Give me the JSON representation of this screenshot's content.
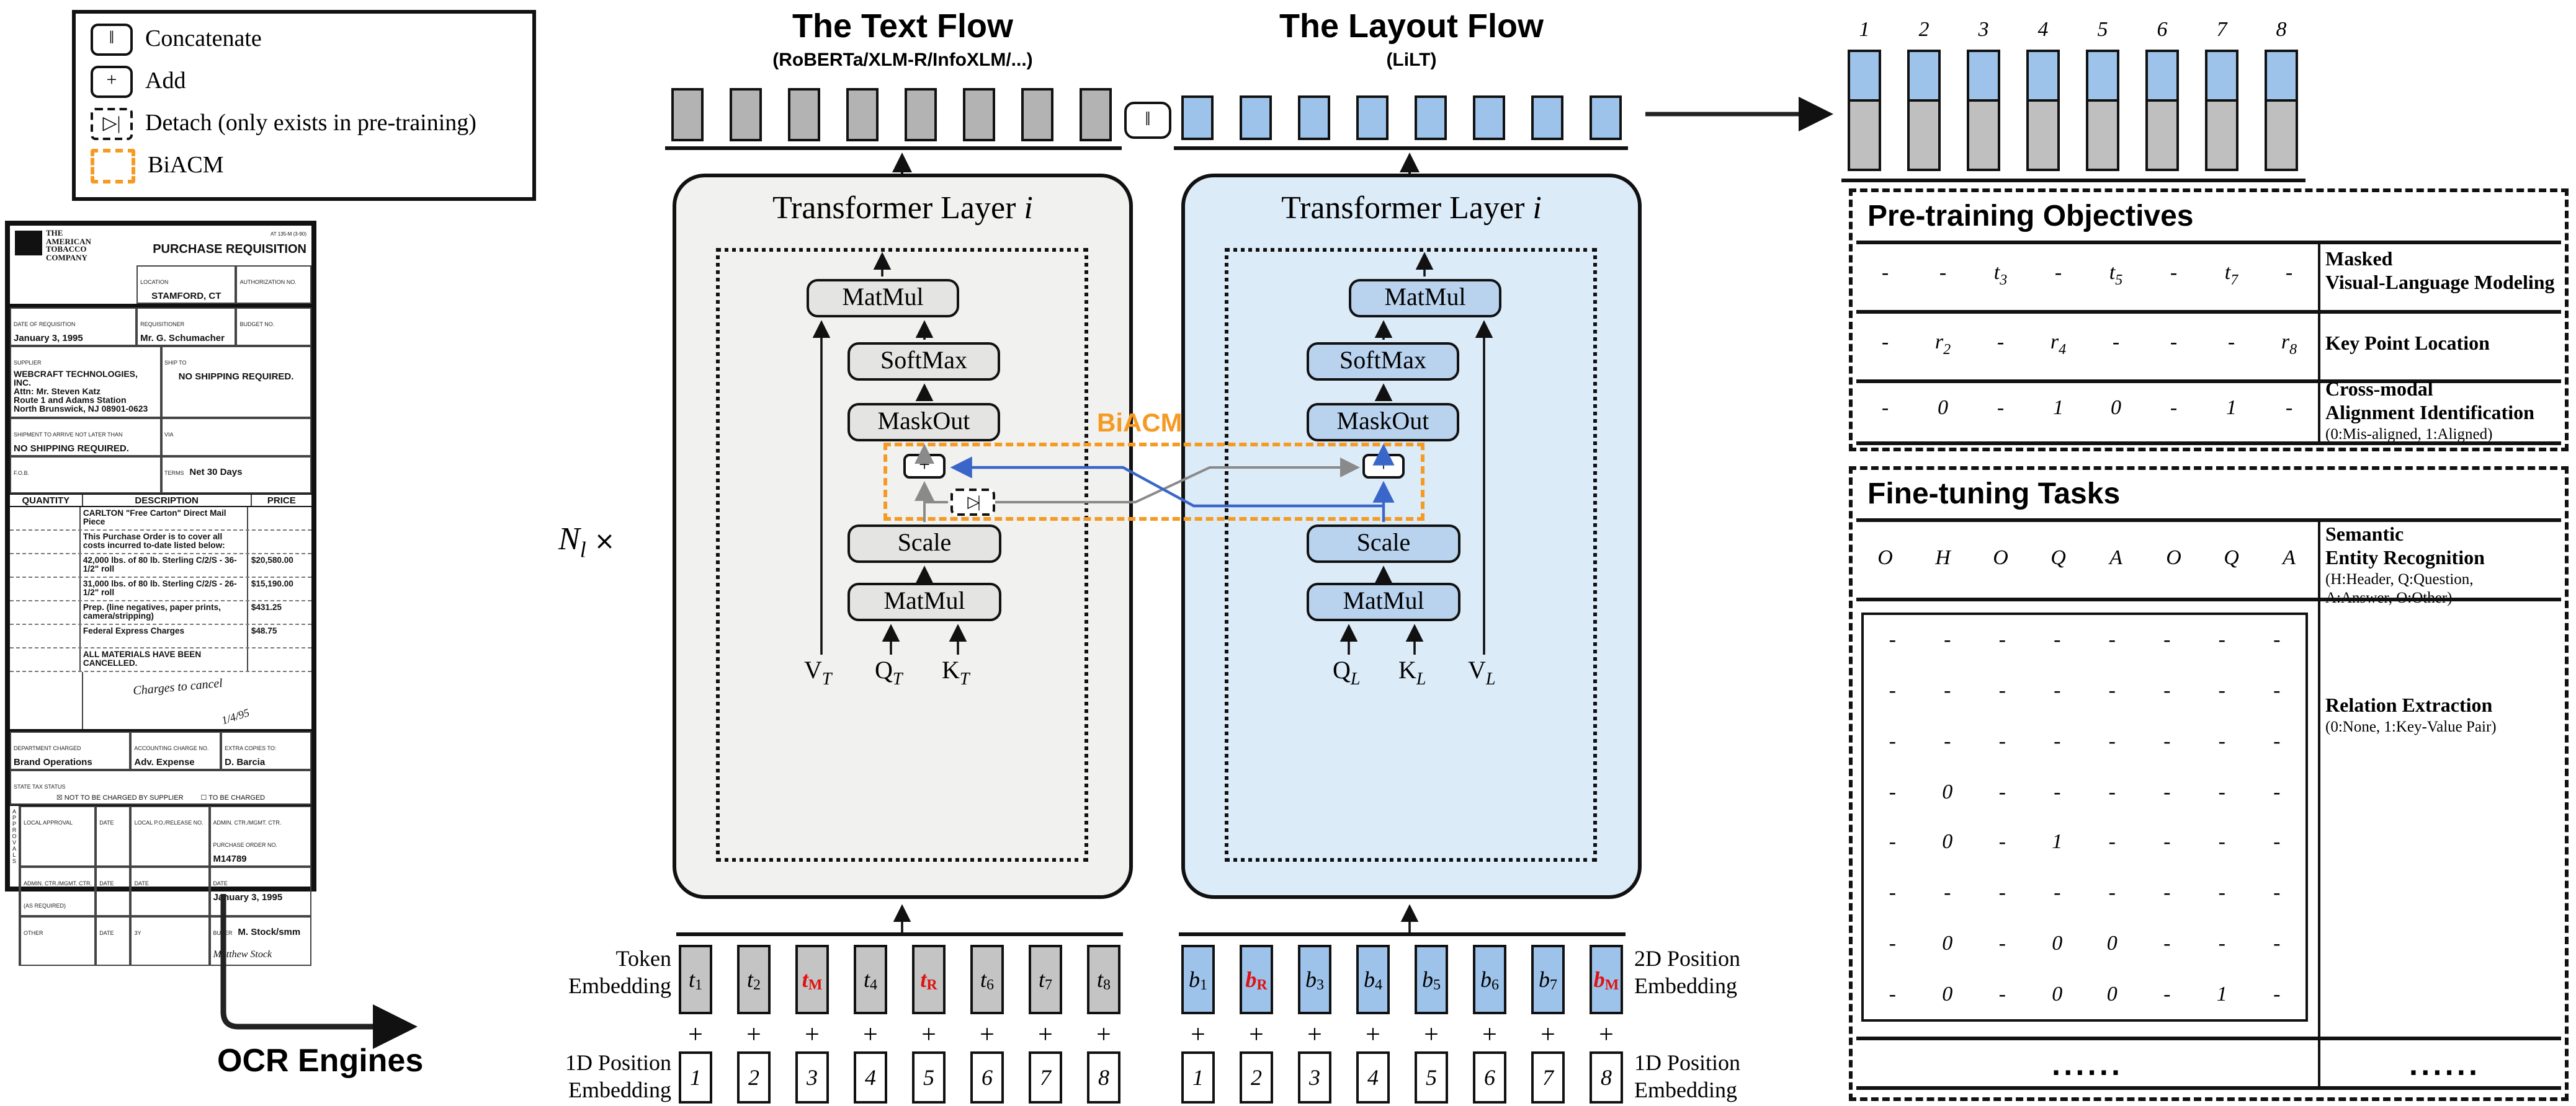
{
  "legend": {
    "concat_glyph": "‖",
    "concat_label": "Concatenate",
    "add_glyph": "+",
    "add_label": "Add",
    "detach_glyph": "▷|",
    "detach_label": "Detach (only exists in pre-training)",
    "biacm_label": "BiACM"
  },
  "headers": {
    "text_flow_title": "The Text Flow",
    "text_flow_subtitle": "(RoBERTa/XLM-R/InfoXLM/...)",
    "layout_flow_title": "The Layout Flow",
    "layout_flow_subtitle": "(LiLT)"
  },
  "diagram": {
    "layer_title": "Transformer Layer",
    "layer_var": "i",
    "n_main": "N",
    "n_sub": "l",
    "n_times": "×",
    "biacm": "BiACM",
    "plus": "+",
    "detach_glyph": "▷|",
    "concat_glyph": "‖",
    "text_blocks": [
      "MatMul",
      "SoftMax",
      "MaskOut",
      "+",
      "Scale",
      "MatMul"
    ],
    "layout_blocks": [
      "MatMul",
      "SoftMax",
      "MaskOut",
      "+",
      "Scale",
      "MatMul"
    ],
    "text_inputs": [
      {
        "m": "V",
        "s": "T"
      },
      {
        "m": "Q",
        "s": "T"
      },
      {
        "m": "K",
        "s": "T"
      }
    ],
    "layout_inputs": [
      {
        "m": "Q",
        "s": "L"
      },
      {
        "m": "K",
        "s": "L"
      },
      {
        "m": "V",
        "s": "L"
      }
    ],
    "ocr_label": "OCR Engines"
  },
  "topbars": {
    "text": [
      "",
      "",
      "",
      "",
      "",
      "",
      "",
      ""
    ],
    "layout": [
      "",
      "",
      "",
      "",
      "",
      "",
      "",
      ""
    ]
  },
  "output": {
    "cols": [
      "1",
      "2",
      "3",
      "4",
      "5",
      "6",
      "7",
      "8"
    ]
  },
  "embeddings": {
    "tok_label": [
      "Token",
      "Embedding"
    ],
    "pos1d_left_label": [
      "1D Position",
      "Embedding"
    ],
    "pos2d_label": [
      "2D Position",
      "Embedding"
    ],
    "pos1d_right_label": [
      "1D Position",
      "Embedding"
    ],
    "plus": "+",
    "text_tokens": [
      {
        "m": "t",
        "s": "1"
      },
      {
        "m": "t",
        "s": "2"
      },
      {
        "m": "t",
        "s": "M",
        "cls": "red"
      },
      {
        "m": "t",
        "s": "4"
      },
      {
        "m": "t",
        "s": "R",
        "cls": "red"
      },
      {
        "m": "t",
        "s": "6"
      },
      {
        "m": "t",
        "s": "7"
      },
      {
        "m": "t",
        "s": "8"
      }
    ],
    "layout_tokens": [
      {
        "m": "b",
        "s": "1"
      },
      {
        "m": "b",
        "s": "R",
        "cls": "red"
      },
      {
        "m": "b",
        "s": "3"
      },
      {
        "m": "b",
        "s": "4"
      },
      {
        "m": "b",
        "s": "5"
      },
      {
        "m": "b",
        "s": "6"
      },
      {
        "m": "b",
        "s": "7"
      },
      {
        "m": "b",
        "s": "M",
        "cls": "red"
      }
    ],
    "pos_nums": [
      "1",
      "2",
      "3",
      "4",
      "5",
      "6",
      "7",
      "8"
    ]
  },
  "pretraining": {
    "title": "Pre-training Objectives",
    "rows": [
      {
        "cells": [
          {
            "m": "-"
          },
          {
            "m": "-"
          },
          {
            "m": "t",
            "s": "3"
          },
          {
            "m": "-"
          },
          {
            "m": "t",
            "s": "5"
          },
          {
            "m": "-"
          },
          {
            "m": "t",
            "s": "7"
          },
          {
            "m": "-"
          }
        ],
        "l1": "Masked",
        "l2": "Visual-Language Modeling",
        "note": ""
      },
      {
        "cells": [
          {
            "m": "-"
          },
          {
            "m": "r",
            "s": "2"
          },
          {
            "m": "-"
          },
          {
            "m": "r",
            "s": "4"
          },
          {
            "m": "-"
          },
          {
            "m": "-"
          },
          {
            "m": "-"
          },
          {
            "m": "r",
            "s": "8"
          }
        ],
        "l1": "Key Point Location",
        "l2": "",
        "note": ""
      },
      {
        "cells": [
          {
            "m": "-"
          },
          {
            "m": "0"
          },
          {
            "m": "-"
          },
          {
            "m": "1"
          },
          {
            "m": "0"
          },
          {
            "m": "-"
          },
          {
            "m": "1"
          },
          {
            "m": "-"
          }
        ],
        "l1": "Cross-modal",
        "l2": "Alignment Identification",
        "note": "(0:Mis-aligned, 1:Aligned)"
      }
    ]
  },
  "finetuning": {
    "title": "Fine-tuning Tasks",
    "ser": {
      "cells": [
        "O",
        "H",
        "O",
        "Q",
        "A",
        "O",
        "Q",
        "A"
      ],
      "l1": "Semantic",
      "l2": "Entity Recognition",
      "note1": "(H:Header, Q:Question,",
      "note2": "A:Answer, O:Other)"
    },
    "re": {
      "cells": [
        "-",
        "-",
        "-",
        "-",
        "-",
        "-",
        "-",
        "-",
        "-",
        "-",
        "-",
        "-",
        "-",
        "-",
        "-",
        "-",
        "-",
        "-",
        "-",
        "-",
        "-",
        "-",
        "-",
        "-",
        "-",
        "0",
        "-",
        "-",
        "-",
        "-",
        "-",
        "-",
        "-",
        "0",
        "-",
        "1",
        "-",
        "-",
        "-",
        "-",
        "-",
        "-",
        "-",
        "-",
        "-",
        "-",
        "-",
        "-",
        "-",
        "0",
        "-",
        "0",
        "0",
        "-",
        "-",
        "-",
        "-",
        "0",
        "-",
        "0",
        "0",
        "-",
        "1",
        "-"
      ],
      "l1": "Relation Extraction",
      "note": "(0:None, 1:Key-Value Pair)"
    },
    "dots_left": "......",
    "dots_right": "......"
  },
  "document": {
    "form_code": "AT 135-M (3-90)",
    "company": [
      "THE",
      "AMERICAN",
      "TOBACCO",
      "COMPANY"
    ],
    "title": "PURCHASE REQUISITION",
    "location_label": "LOCATION",
    "location": "STAMFORD, CT",
    "auth_label": "AUTHORIZATION NO.",
    "date_label": "DATE OF REQUISITION",
    "date": "January 3, 1995",
    "req_label": "REQUISITIONER",
    "requisitioner": "Mr. G. Schumacher",
    "budget_label": "BUDGET NO.",
    "supplier_label": "SUPPLIER",
    "supplier": [
      "WEBCRAFT TECHNOLOGIES, INC.",
      "Attn: Mr. Steven Katz",
      "Route 1 and Adams Station",
      "North Brunswick, NJ 08901-0623"
    ],
    "shipto_label": "SHIP TO",
    "shipto": "NO SHIPPING REQUIRED.",
    "arrive_label": "SHIPMENT TO ARRIVE NOT LATER THAN",
    "arrive": "NO SHIPPING REQUIRED.",
    "via_label": "VIA",
    "fob_label": "F.O.B.",
    "terms_label": "TERMS",
    "terms": "Net 30 Days",
    "qty_label": "QUANTITY",
    "desc_label": "DESCRIPTION",
    "price_label": "PRICE",
    "lines": [
      {
        "d": "CARLTON \"Free Carton\" Direct Mail Piece",
        "p": ""
      },
      {
        "d": "This Purchase Order is to cover all costs incurred to-date listed below:",
        "p": ""
      },
      {
        "d": "42,000 lbs. of 80 lb. Sterling C/2/S - 36-1/2\" roll",
        "p": "$20,580.00"
      },
      {
        "d": "31,000 lbs. of 80 lb. Sterling C/2/S - 26-1/2\" roll",
        "p": "$15,190.00"
      },
      {
        "d": "Prep. (line negatives, paper prints, camera/stripping)",
        "p": "$431.25"
      },
      {
        "d": "Federal Express Charges",
        "p": "$48.75"
      },
      {
        "d": "ALL MATERIALS HAVE BEEN CANCELLED.",
        "p": ""
      }
    ],
    "handwriting": "Charges to cancel",
    "hand_date": "1/4/95",
    "dept_label": "DEPARTMENT CHARGED",
    "dept": "Brand Operations",
    "acct_label": "ACCOUNTING CHARGE NO.",
    "acct": "Adv. Expense",
    "copies_label": "EXTRA COPIES TO:",
    "copies": "D. Barcia",
    "tax_label": "STATE TAX STATUS",
    "tax_opt1": "NOT TO BE CHARGED BY SUPPLIER",
    "tax_opt2": "TO BE CHARGED",
    "approvals": "APPROVALS",
    "local_label": "LOCAL APPROVAL",
    "date_small": "DATE",
    "po_label": "LOCAL P.O./RELEASE NO.",
    "admin_po_label": "ADMIN. CTR./MGMT. CTR. PURCHASE ORDER NO.",
    "po_no": "M14789",
    "admin_label": "ADMIN. CTR./MGMT. CTR. (AS REQUIRED)",
    "po_date": "January 3, 1995",
    "other_label": "OTHER",
    "by_label": "3Y",
    "buyer_label": "BUYER",
    "buyer": "M. Stock/smm"
  }
}
